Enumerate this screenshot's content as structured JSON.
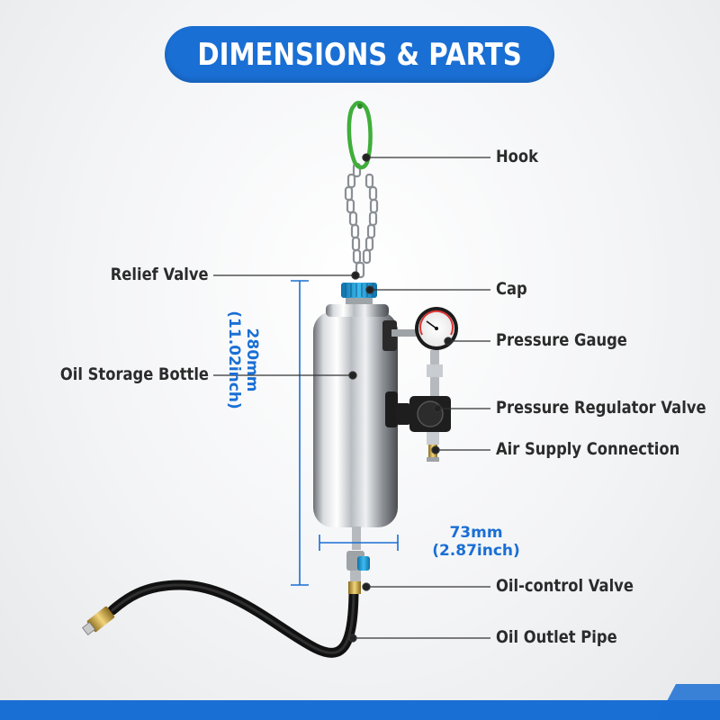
{
  "title": "DIMENSIONS & PARTS",
  "parts": {
    "hook": "Hook",
    "relief_valve": "Relief Valve",
    "cap": "Cap",
    "pressure_gauge": "Pressure Gauge",
    "oil_storage_bottle": "Oil Storage Bottle",
    "pressure_regulator_valve": "Pressure Regulator Valve",
    "air_supply_connection": "Air Supply Connection",
    "oil_control_valve": "Oil-control Valve",
    "oil_outlet_pipe": "Oil Outlet Pipe"
  },
  "dimensions": {
    "height_mm": "280mm",
    "height_inch": "(11.02inch)",
    "width_mm": "73mm",
    "width_inch": "(2.87inch)"
  },
  "colors": {
    "accent": "#1a6fd4",
    "label_text": "#2b2b2b",
    "hook_green": "#3fae3a",
    "cap_blue": "#1e9bd9"
  }
}
